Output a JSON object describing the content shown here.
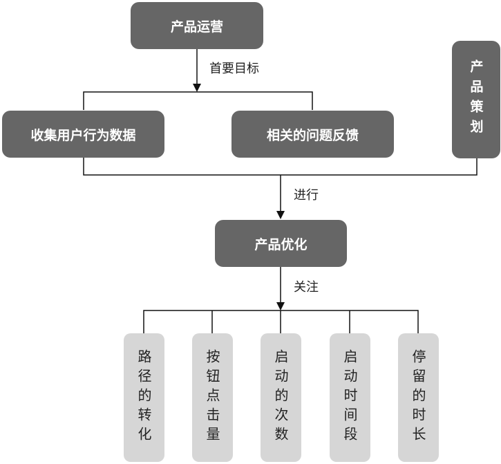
{
  "nodes": {
    "product_ops": "产品运营",
    "collect_data": "收集用户行为数据",
    "feedback": "相关的问题反馈",
    "product_planning": "产品策划",
    "optimize": "产品优化",
    "metrics": [
      "路径的转化",
      "按钮点击量",
      "启动的次数",
      "启动时间段",
      "停留的时长"
    ]
  },
  "edges": {
    "goal": "首要目标",
    "proceed": "进行",
    "focus": "关注"
  },
  "colors": {
    "dark_box": "#666666",
    "light_box": "#d6d6d6",
    "line": "#111111"
  }
}
